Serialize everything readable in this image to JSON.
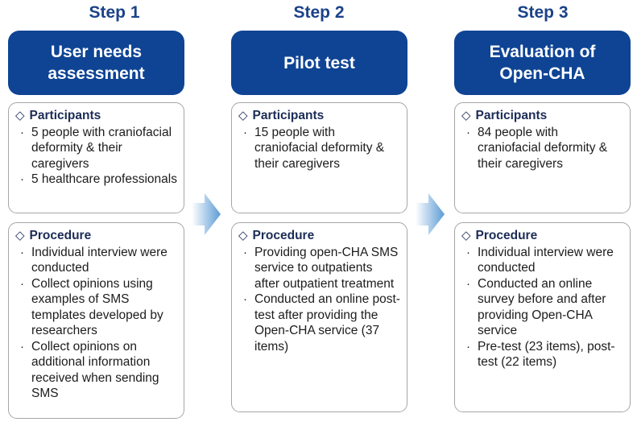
{
  "steps": [
    {
      "title": "Step 1",
      "header": "User needs\nassessment",
      "participants": {
        "heading": "Participants",
        "items": [
          "5 people with craniofacial deformity & their caregivers",
          "5 healthcare professionals"
        ]
      },
      "procedure": {
        "heading": "Procedure",
        "items": [
          "Individual interview were conducted",
          "Collect opinions using examples of SMS templates developed by researchers",
          "Collect opinions on additional information received when sending SMS"
        ]
      }
    },
    {
      "title": "Step 2",
      "header": "Pilot test",
      "participants": {
        "heading": "Participants",
        "items": [
          "15 people with craniofacial deformity & their caregivers"
        ]
      },
      "procedure": {
        "heading": "Procedure",
        "items": [
          "Providing open-CHA SMS service to outpatients after outpatient treatment",
          "Conducted an online post-test after providing the Open-CHA service (37 items)"
        ]
      }
    },
    {
      "title": "Step 3",
      "header": "Evaluation of\nOpen-CHA",
      "participants": {
        "heading": "Participants",
        "items": [
          "84 people with craniofacial deformity & their caregivers"
        ]
      },
      "procedure": {
        "heading": "Procedure",
        "items": [
          "Individual interview were conducted",
          "Conducted an online survey before and after providing Open-CHA service",
          "Pre-test (23 items), post-test (22 items)"
        ]
      }
    }
  ],
  "symbols": {
    "heading_marker": "◇",
    "bullet": "·"
  },
  "colors": {
    "header_fill": "#0f4494",
    "step_title": "#1b4289",
    "arrow": "#5b9bd5",
    "panel_border": "#a6a6a6"
  }
}
